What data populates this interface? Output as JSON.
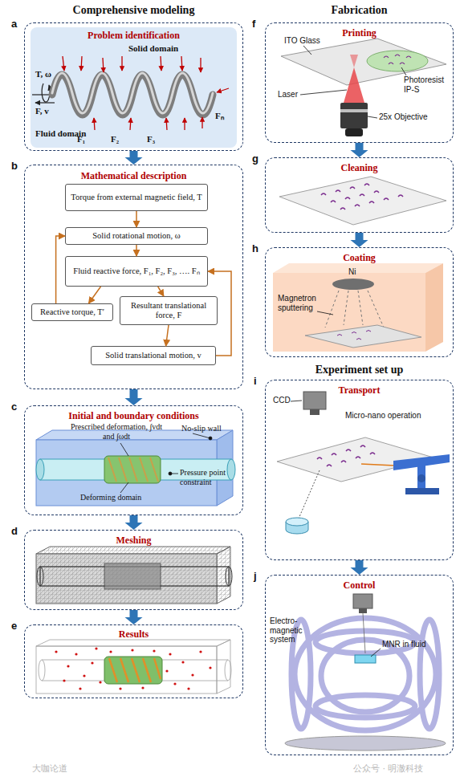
{
  "diagram": {
    "nodes": [
      {
        "text": [
          "Problem identification"
        ]
      },
      {
        "text": [
          "Mathematical description"
        ]
      },
      {
        "text": [
          "Torque from external magnetic field, T"
        ],
        "in": 1
      },
      {
        "text": [
          "Solid rotational motion, ω"
        ],
        "in": 1
      },
      {
        "text": [
          "Fluid reactive force, F₁, F₂, F₃, …. Fₙ"
        ],
        "in": 1
      },
      {
        "text": [
          "Reactive torque, T′"
        ],
        "in": 1
      },
      {
        "text": [
          "Resultant translational force, F"
        ],
        "in": 1
      },
      {
        "text": [
          "Solid translational motion, v"
        ],
        "in": 1
      },
      {
        "text": [
          "Initial and boundary conditions"
        ]
      },
      {
        "text": [
          "Meshing"
        ]
      },
      {
        "text": [
          "Results"
        ]
      },
      {
        "text": [
          "Printing"
        ]
      },
      {
        "text": [
          "Cleaning"
        ]
      },
      {
        "text": [
          "Coating"
        ]
      },
      {
        "text": [
          "Transport"
        ]
      },
      {
        "text": [
          "Control"
        ]
      }
    ],
    "edges": [
      {
        "from": 0,
        "to": 1,
        "arrow": "to"
      },
      {
        "from": 1,
        "to": 8,
        "arrow": "to"
      },
      {
        "from": 8,
        "to": 9,
        "arrow": "to"
      },
      {
        "from": 9,
        "to": 10,
        "arrow": "to"
      },
      {
        "from": 2,
        "to": 3,
        "arrow": "to"
      },
      {
        "from": 3,
        "to": 4,
        "arrow": "to"
      },
      {
        "from": 4,
        "to": 5,
        "arrow": "to"
      },
      {
        "from": 4,
        "to": 6,
        "arrow": "to"
      },
      {
        "from": 6,
        "to": 7,
        "arrow": "to"
      },
      {
        "from": 7,
        "to": 4,
        "arrow": "to"
      },
      {
        "from": 5,
        "to": 3,
        "arrow": "to"
      },
      {
        "from": 11,
        "to": 12,
        "arrow": "to"
      },
      {
        "from": 12,
        "to": 13,
        "arrow": "to"
      },
      {
        "from": 14,
        "to": 15,
        "arrow": "to"
      }
    ],
    "labels": [
      "Comprehensive modeling",
      "Fabrication",
      "Experiment set up",
      "a",
      "b",
      "c",
      "d",
      "e",
      "f",
      "g",
      "h",
      "i",
      "j",
      "Solid domain",
      "T, ω",
      "F, v",
      "Fluid domain",
      "F₁",
      "F₂",
      "F₃",
      "Fₙ",
      "Prescribed deformation, ∫vdt and ∫ωdt",
      "No-slip wall",
      "Pressure point constraint",
      "Deforming domain",
      "ITO Glass",
      "Laser",
      "Photoresist IP-S",
      "25x Objective",
      "Ni",
      "Magnetron sputtering",
      "CCD",
      "Micro-nano operation",
      "Electro-magnetic system",
      "MNR in fluid",
      "大咖论道",
      "公众号 · 明澈科技"
    ]
  }
}
